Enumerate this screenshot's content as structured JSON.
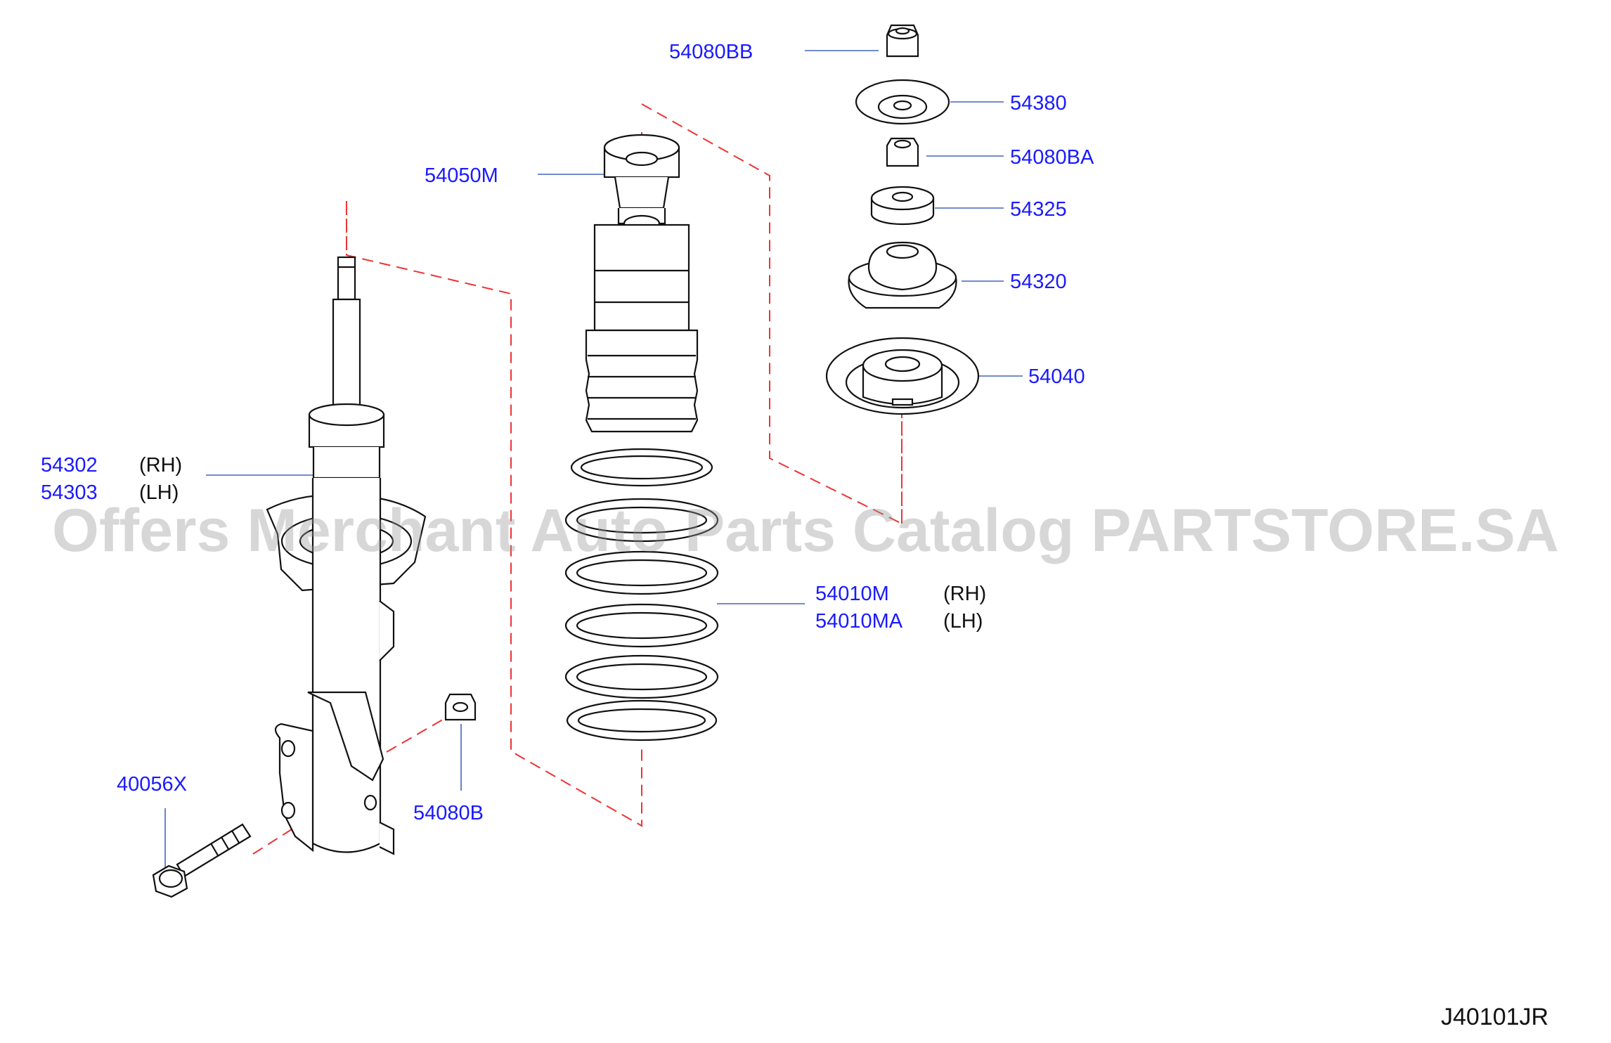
{
  "colors": {
    "label": "#1a1aff",
    "leader": "#4466bb",
    "dash": "#ee3333",
    "outline": "#111111",
    "watermark": "#969696"
  },
  "watermark": "Offers Merchant Auto Parts Catalog PARTSTORE.SA",
  "diagram_code": "J40101JR",
  "callouts": [
    {
      "id": "p54080bb",
      "part": "54080BB"
    },
    {
      "id": "p54380",
      "part": "54380"
    },
    {
      "id": "p54050m",
      "part": "54050M"
    },
    {
      "id": "p54080ba",
      "part": "54080BA"
    },
    {
      "id": "p54325",
      "part": "54325"
    },
    {
      "id": "p54320",
      "part": "54320"
    },
    {
      "id": "p54040",
      "part": "54040"
    },
    {
      "id": "p54302",
      "part": "54302",
      "side": "(RH)"
    },
    {
      "id": "p54303",
      "part": "54303",
      "side": "(LH)"
    },
    {
      "id": "p54010m",
      "part": "54010M",
      "side": "(RH)"
    },
    {
      "id": "p54010ma",
      "part": "54010MA",
      "side": "(LH)"
    },
    {
      "id": "p40056x",
      "part": "40056X"
    },
    {
      "id": "p54080b",
      "part": "54080B"
    }
  ]
}
